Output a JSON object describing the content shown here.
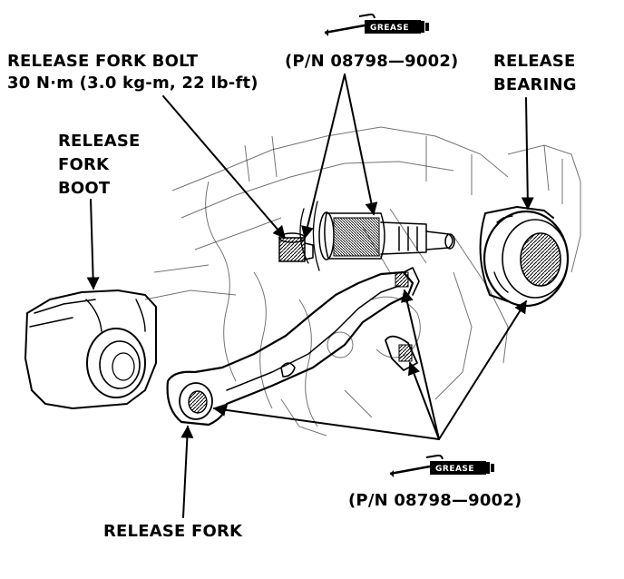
{
  "labels": {
    "release_fork_bolt": "RELEASE FORK BOLT",
    "bolt_torque": "30 N·m (3.0 kg-m, 22 lb-ft)",
    "pn_top": "(P/N 08798—9002)",
    "release_bearing_1": "RELEASE",
    "release_bearing_2": "BEARING",
    "boot_1": "RELEASE",
    "boot_2": "FORK",
    "boot_3": "BOOT",
    "pn_bottom": "(P/N 08798—9002)",
    "release_fork": "RELEASE FORK"
  },
  "grease_tube": {
    "top": {
      "text": "GREASE",
      "icon": "grease-tube-icon"
    },
    "bottom": {
      "text": "GREASE",
      "icon": "grease-tube-icon"
    }
  }
}
